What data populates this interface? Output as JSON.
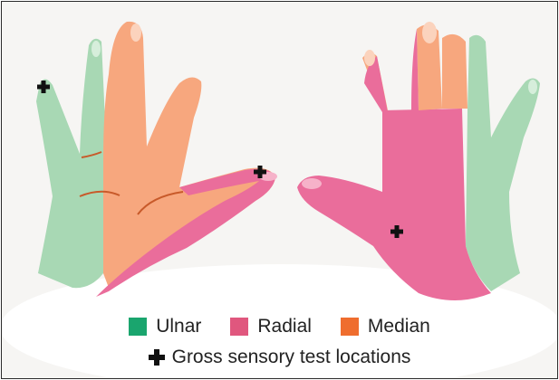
{
  "colors": {
    "ulnar": "#a8d8b4",
    "radial": "#ea6d9b",
    "median": "#f7a77e",
    "median_dark": "#ef7b3a",
    "skin_line": "#c85a2a",
    "marker": "#111111"
  },
  "legend": {
    "items": [
      {
        "label": "Ulnar",
        "color": "#1aa56e"
      },
      {
        "label": "Radial",
        "color": "#e0577e"
      },
      {
        "label": "Median",
        "color": "#ef6d2e"
      }
    ],
    "marker_label": "Gross sensory test locations",
    "marker_icon": "plus-icon"
  }
}
